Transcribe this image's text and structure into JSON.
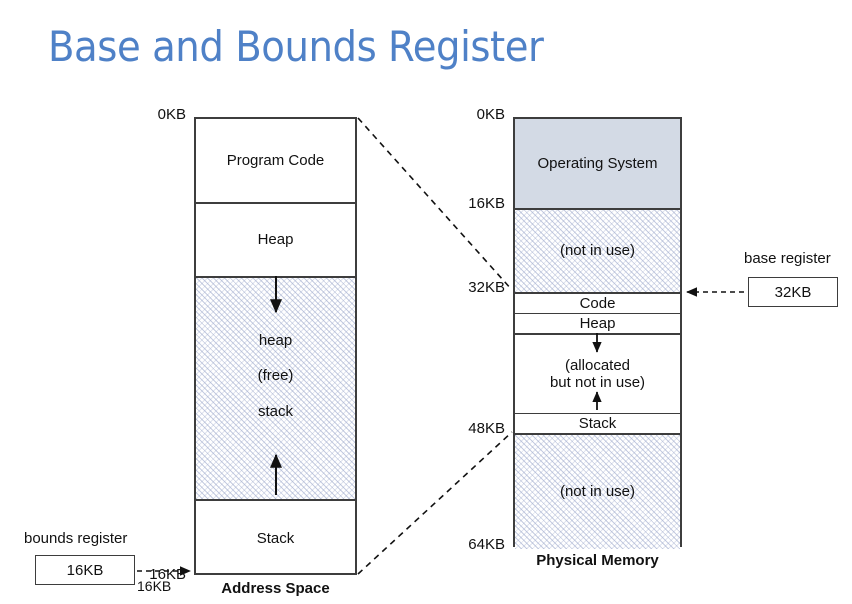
{
  "title": "Base and Bounds Register",
  "accent_color": "#4f81c7",
  "hatch_color": "#96a3c8",
  "os_fill_color": "#d3dae5",
  "address_space": {
    "caption": "Address Space",
    "ticks": [
      {
        "label": "0KB",
        "at": "top"
      },
      {
        "label": "16KB",
        "at": "bottom"
      }
    ],
    "segments": [
      {
        "name": "program-code",
        "label": "Program Code",
        "fill": "white"
      },
      {
        "name": "heap",
        "label": "Heap",
        "fill": "white"
      },
      {
        "name": "free-space",
        "label": "heap\n(free)\nstack",
        "fill": "hatched",
        "lines": [
          "heap",
          "(free)",
          "stack"
        ],
        "arrows": [
          "down",
          "up"
        ]
      },
      {
        "name": "stack",
        "label": "Stack",
        "fill": "white"
      }
    ]
  },
  "physical_memory": {
    "caption": "Physical Memory",
    "ticks": [
      {
        "label": "0KB"
      },
      {
        "label": "16KB"
      },
      {
        "label": "32KB"
      },
      {
        "label": "48KB"
      },
      {
        "label": "64KB"
      }
    ],
    "segments": [
      {
        "name": "operating-system",
        "label": "Operating System",
        "fill": "os"
      },
      {
        "name": "not-in-use-upper",
        "label": "(not in use)",
        "fill": "hatched"
      },
      {
        "name": "code",
        "label": "Code",
        "fill": "white"
      },
      {
        "name": "heap",
        "label": "Heap",
        "fill": "white"
      },
      {
        "name": "allocated-not-in-use",
        "lines": [
          "(allocated",
          "but not in use)"
        ],
        "fill": "white",
        "arrows": [
          "down",
          "up"
        ]
      },
      {
        "name": "stack",
        "label": "Stack",
        "fill": "white"
      },
      {
        "name": "not-in-use-lower",
        "label": "(not in use)",
        "fill": "hatched"
      }
    ]
  },
  "registers": {
    "bounds": {
      "label": "bounds register",
      "value": "16KB",
      "pointer_label": "16KB"
    },
    "base": {
      "label": "base register",
      "value": "32KB"
    }
  }
}
